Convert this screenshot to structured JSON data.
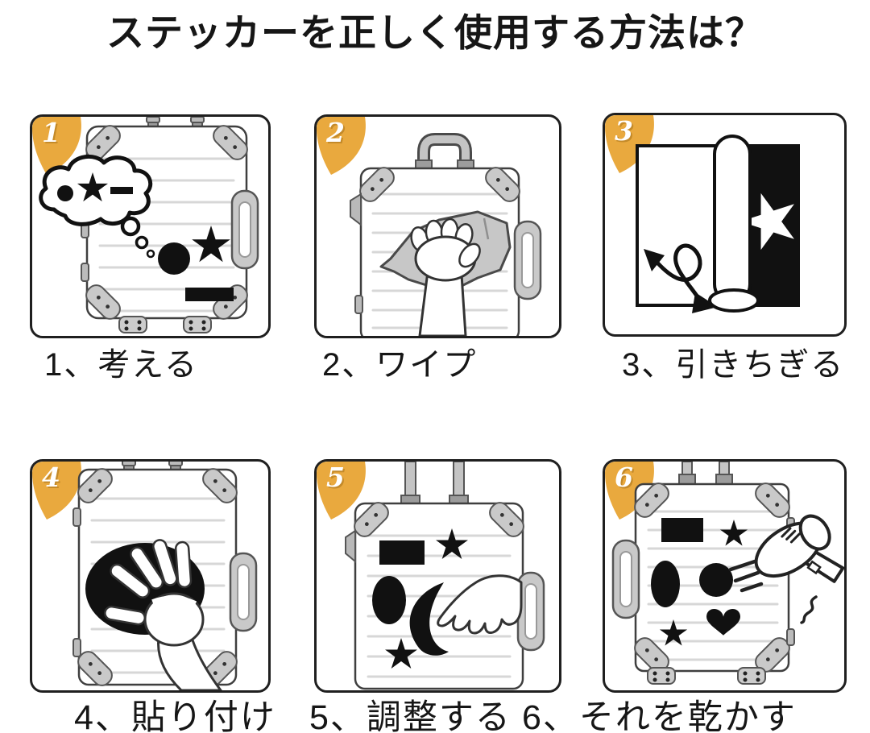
{
  "title": "ステッカーを正しく使用する方法は？",
  "theme": {
    "badge_color": "#E9A93E",
    "outline_color": "#1f1f1f",
    "metal_gray": "#c9c9c9",
    "panel_line_gray": "#d7d7d7",
    "sticker_black": "#111111"
  },
  "steps": [
    {
      "number": "1",
      "caption": "1、考える",
      "label": "考える",
      "scene": "suitcase with thought cloud imagining circle, star and dash stickers"
    },
    {
      "number": "2",
      "caption": "2、ワイプ",
      "label": "ワイプ",
      "scene": "hand wiping suitcase surface with gray cloth"
    },
    {
      "number": "3",
      "caption": "3、引きちぎる",
      "label": "引きちぎる",
      "scene": "peeling backing sheet off star sticker with curl arrow"
    },
    {
      "number": "4",
      "caption": "4、貼り付け",
      "label": "貼り付け",
      "scene": "hand pressing big oval sticker onto suitcase"
    },
    {
      "number": "5",
      "caption": "5、調整する",
      "label": "調整する",
      "scene": "hand smoothing stickers (rectangle, stars, oval, swoosh) on suitcase"
    },
    {
      "number": "6",
      "caption": "6、それを乾かす",
      "label": "それを乾かす",
      "scene": "hair dryer drying stickers (rectangle, stars, oval, circle, heart) on suitcase"
    }
  ]
}
